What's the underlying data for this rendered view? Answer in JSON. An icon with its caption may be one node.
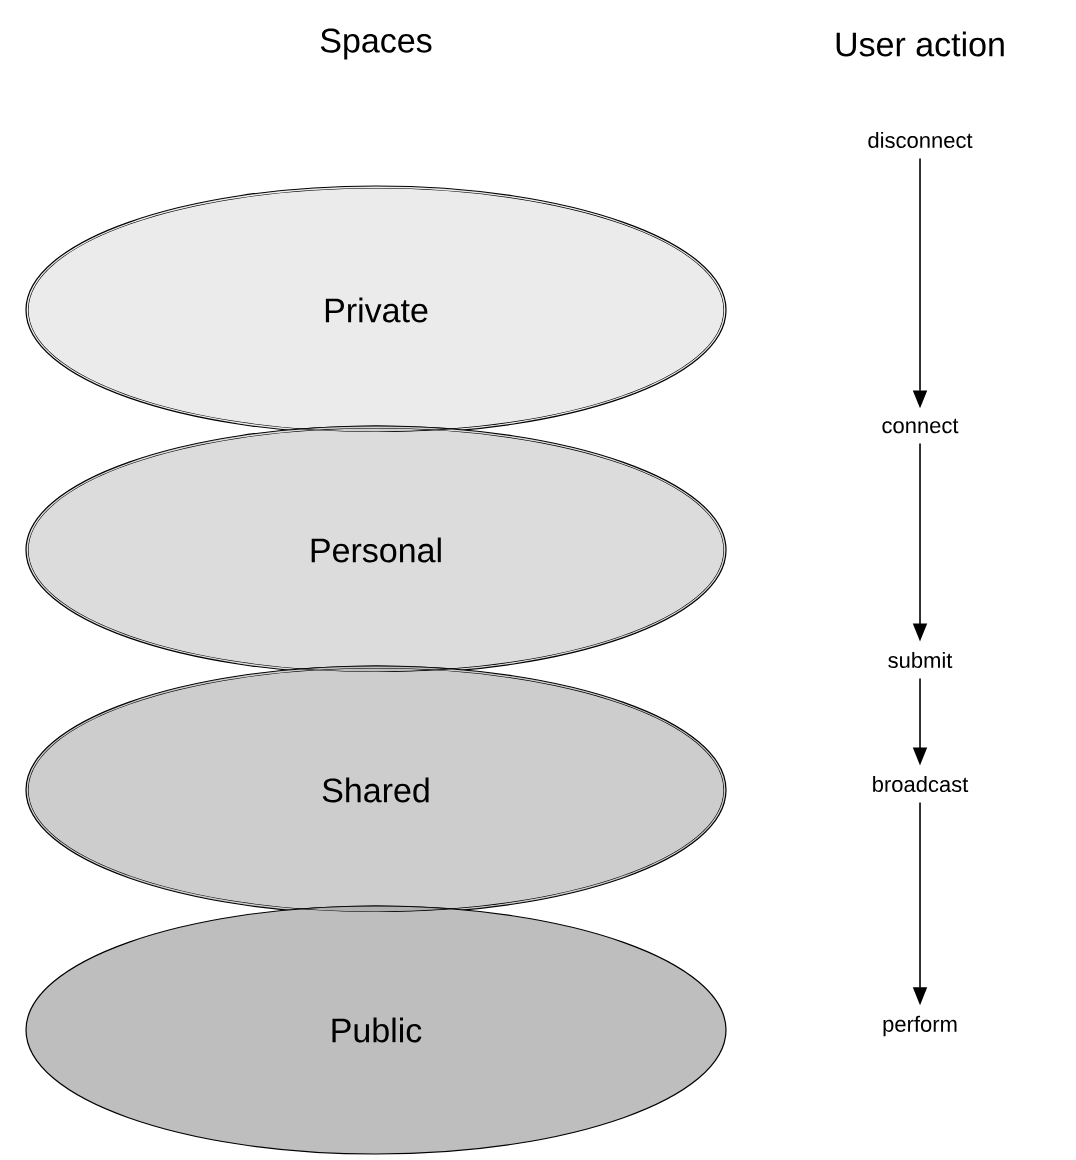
{
  "diagram": {
    "nodes": [
      {
        "text": [
          "Private"
        ]
      },
      {
        "text": [
          "Personal"
        ]
      },
      {
        "text": [
          "Shared"
        ]
      },
      {
        "text": [
          "Public"
        ]
      },
      {
        "text": [
          "disconnect"
        ]
      },
      {
        "text": [
          "connect"
        ]
      },
      {
        "text": [
          "submit"
        ]
      },
      {
        "text": [
          "broadcast"
        ]
      },
      {
        "text": [
          "perform"
        ]
      }
    ],
    "edges": [
      {
        "from": 4,
        "to": 5,
        "arrow": "to"
      },
      {
        "from": 5,
        "to": 6,
        "arrow": "to"
      },
      {
        "from": 6,
        "to": 7,
        "arrow": "to"
      },
      {
        "from": 7,
        "to": 8,
        "arrow": "to"
      }
    ],
    "labels": [
      "Spaces",
      "User action"
    ]
  }
}
